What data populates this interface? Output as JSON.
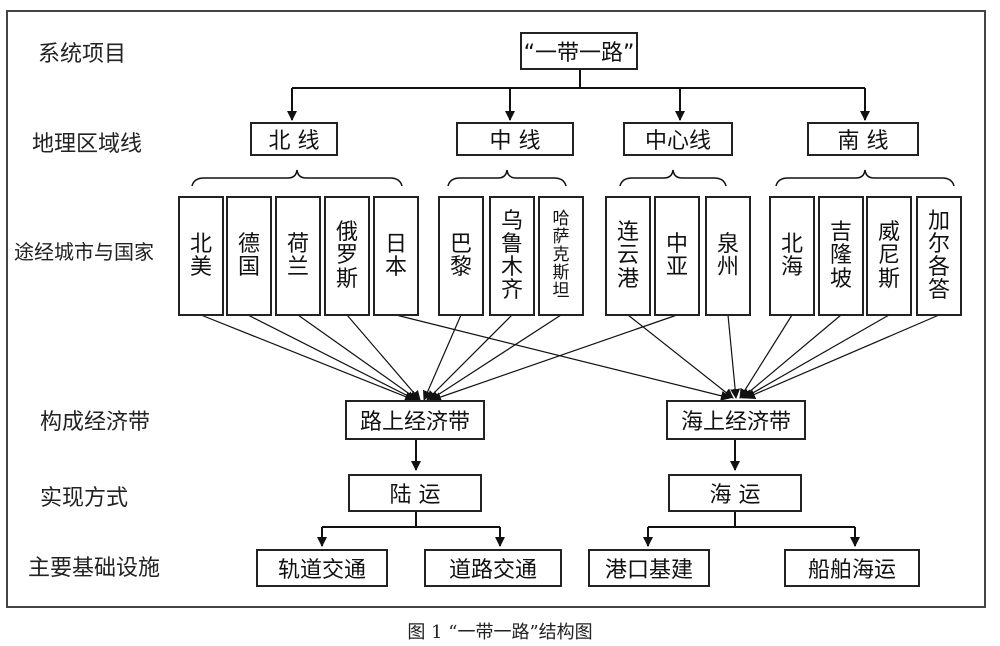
{
  "row_labels": {
    "system": "系统项目",
    "geo": "地理区域线",
    "route": "途经城市与国家",
    "belt": "构成经济带",
    "mode": "实现方式",
    "infra": "主要基础设施"
  },
  "root": "“一带一路”",
  "lines": {
    "north": "北 线",
    "middle": "中 线",
    "center": "中心线",
    "south": "南 线"
  },
  "places": {
    "north": [
      "北美",
      "德国",
      "荷兰",
      "俄罗斯",
      "日本"
    ],
    "middle": [
      "巴黎",
      "乌鲁木齐",
      "哈萨克斯坦"
    ],
    "center": [
      "连云港",
      "中亚",
      "泉州"
    ],
    "south": [
      "北海",
      "吉隆坡",
      "威尼斯",
      "加尔各答"
    ]
  },
  "belts": {
    "land": "路上经济带",
    "sea": "海上经济带"
  },
  "modes": {
    "land": "陆 运",
    "sea": "海 运"
  },
  "infra": {
    "rail": "轨道交通",
    "road": "道路交通",
    "port": "港口基建",
    "ship": "船舶海运"
  },
  "caption": "图 1 “一带一路”结构图"
}
